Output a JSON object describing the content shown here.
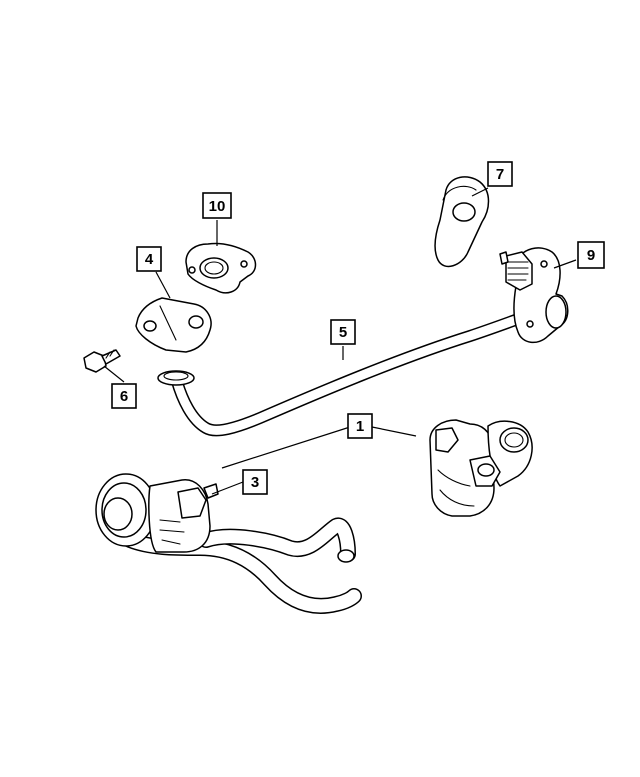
{
  "diagram": {
    "callouts": [
      {
        "id": "c1",
        "label": "1"
      },
      {
        "id": "c3",
        "label": "3"
      },
      {
        "id": "c4",
        "label": "4"
      },
      {
        "id": "c5",
        "label": "5"
      },
      {
        "id": "c6",
        "label": "6"
      },
      {
        "id": "c7",
        "label": "7"
      },
      {
        "id": "c9",
        "label": "9"
      },
      {
        "id": "c10",
        "label": "10"
      }
    ]
  }
}
